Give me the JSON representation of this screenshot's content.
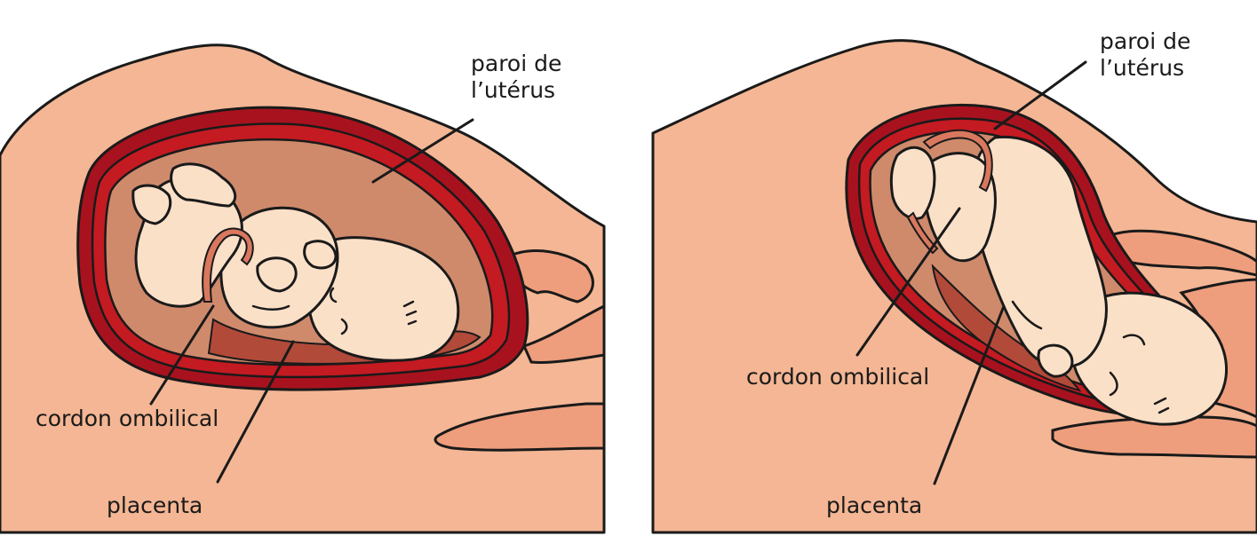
{
  "panels": [
    {
      "labels": {
        "wall": [
          "paroi de",
          "l’utérus"
        ],
        "cord": "cordon ombilical",
        "placenta": "placenta"
      }
    },
    {
      "labels": {
        "wall": [
          "paroi de",
          "l’utérus"
        ],
        "cord": "cordon ombilical",
        "placenta": "placenta"
      }
    }
  ],
  "colors": {
    "skin": "#f4b694",
    "uterus_wall": "#a8121e",
    "amniotic_sac": "#cf8a6c",
    "baby": "#fbe0c8",
    "outline": "#1a1a1a"
  }
}
